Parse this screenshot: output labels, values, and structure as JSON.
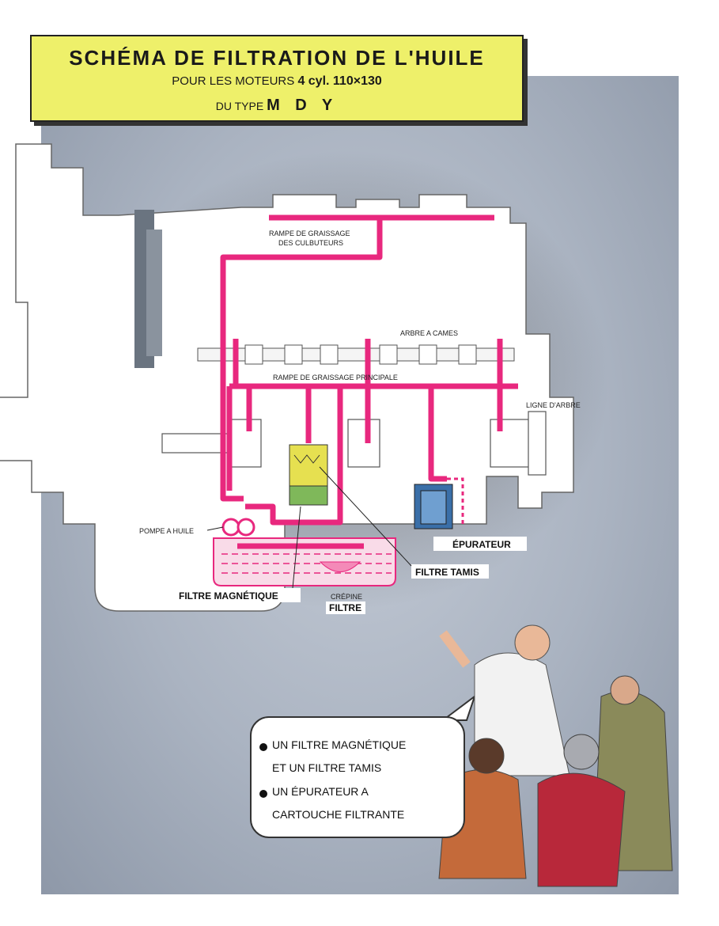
{
  "title": {
    "line1": "SCHÉMA DE FILTRATION DE L'HUILE",
    "line2_prefix": "POUR LES MOTEURS",
    "line2_bold": "4 cyl. 110×130",
    "line3_prefix": "DU TYPE",
    "line3_bold": "M D Y"
  },
  "labels": {
    "rampe_culbuteurs_1": "RAMPE DE GRAISSAGE",
    "rampe_culbuteurs_2": "DES CULBUTEURS",
    "arbre_cames": "ARBRE A CAMES",
    "rampe_principale": "RAMPE DE GRAISSAGE  PRINCIPALE",
    "ligne_arbre": "LIGNE D'ARBRE",
    "pompe": "POMPE A HUILE",
    "epurateur": "ÉPURATEUR",
    "filtre_tamis": "FILTRE TAMIS",
    "filtre_magnetique": "FILTRE MAGNÉTIQUE",
    "crepine": "CRÉPINE",
    "filtre": "FILTRE"
  },
  "bubble": {
    "line1": "UN FILTRE MAGNÉTIQUE",
    "line2": "ET UN FILTRE TAMIS",
    "line3": "UN ÉPURATEUR A",
    "line4": "CARTOUCHE FILTRANTE"
  },
  "colors": {
    "oil_line": "#e8287e",
    "title_bg": "#eef06a",
    "poster_bg": "#aab3c1",
    "magnetic_filter": "#e6e050",
    "purifier": "#3a6fa8"
  }
}
